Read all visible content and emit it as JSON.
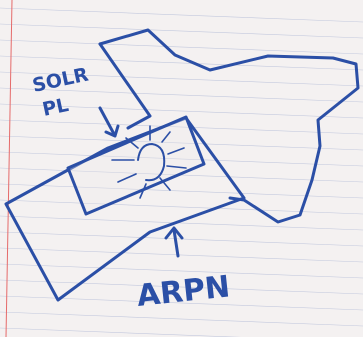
{
  "annotations": {
    "label_top_line1": "SOLR",
    "label_top_line2": "PL",
    "label_bottom": "ARPN"
  },
  "colors": {
    "paper": "#f4f1f1",
    "ruled_line": "#b7bfd9",
    "margin_line": "#e56a6a",
    "marker": "#2b4fa6"
  },
  "drawing": {
    "subject": "rocket-with-solar-panel-sketch"
  }
}
